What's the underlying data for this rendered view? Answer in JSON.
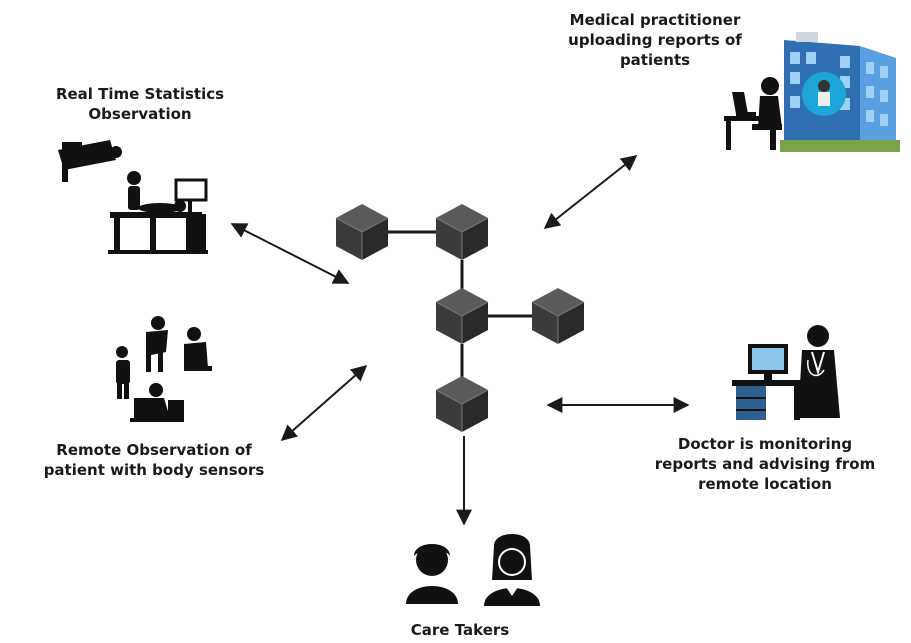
{
  "labels": {
    "realtime_line1": "Real Time Statistics",
    "realtime_line2": "Observation",
    "practitioner_line1": "Medical practitioner",
    "practitioner_line2": "uploading reports of",
    "practitioner_line3": "patients",
    "remote_line1": "Remote Observation of",
    "remote_line2": "patient with body sensors",
    "doctor_line1": "Doctor is monitoring",
    "doctor_line2": "reports and advising from",
    "doctor_line3": "remote location",
    "caretakers": "Care Takers"
  },
  "icons": [
    "security-camera-icon",
    "patient-monitor-icon",
    "hospital-building-icon",
    "practitioner-at-desk-icon",
    "sick-patients-icon",
    "doctor-at-desk-icon",
    "caretakers-icon",
    "blockchain-block-icon"
  ],
  "colors": {
    "block_front": "#3b3b3b",
    "block_top": "#5a5a5a",
    "block_side": "#2a2a2a",
    "line": "#1a1a1a",
    "hospital_glass": "#3e8fd8"
  }
}
